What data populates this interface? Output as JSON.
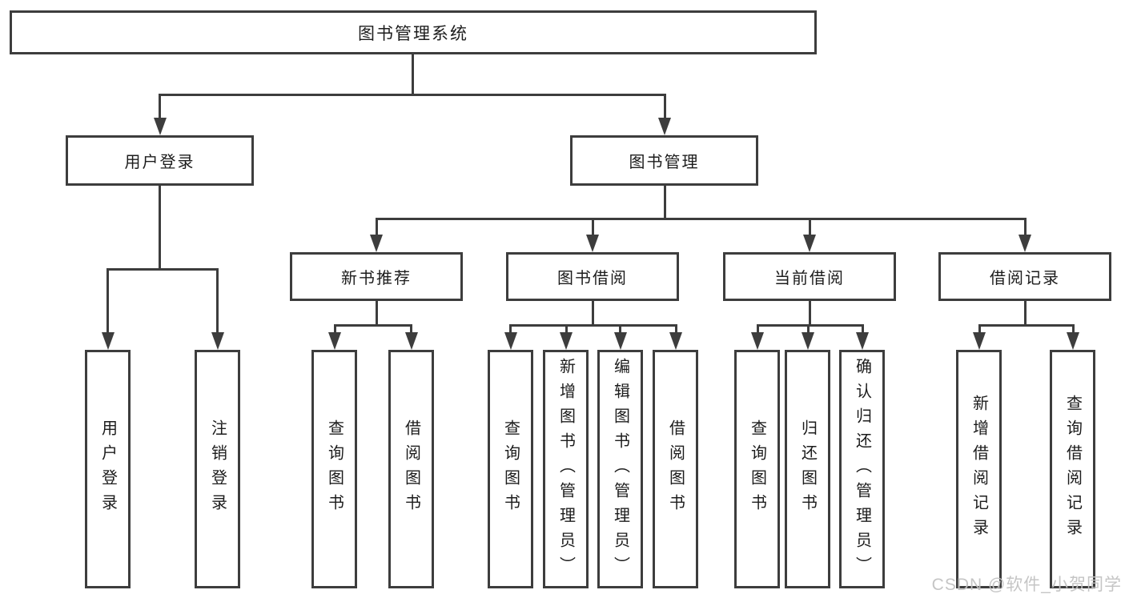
{
  "colors": {
    "line": "#3d3d3d",
    "text": "#1c1c1c",
    "background": "#ffffff",
    "watermark": "#c2c2c2"
  },
  "watermark": "CSDN @软件_小贺同学",
  "tree": {
    "label": "图书管理系统",
    "children": [
      {
        "label": "用户登录",
        "children": [
          {
            "label": "用户登录"
          },
          {
            "label": "注销登录"
          }
        ]
      },
      {
        "label": "图书管理",
        "children": [
          {
            "label": "新书推荐",
            "children": [
              {
                "label": "查询图书"
              },
              {
                "label": "借阅图书"
              }
            ]
          },
          {
            "label": "图书借阅",
            "children": [
              {
                "label": "查询图书"
              },
              {
                "label": "新增图书（管理员）"
              },
              {
                "label": "编辑图书（管理员）"
              },
              {
                "label": "借阅图书"
              }
            ]
          },
          {
            "label": "当前借阅",
            "children": [
              {
                "label": "查询图书"
              },
              {
                "label": "归还图书"
              },
              {
                "label": "确认归还（管理员）"
              }
            ]
          },
          {
            "label": "借阅记录",
            "children": [
              {
                "label": "新增借阅记录"
              },
              {
                "label": "查询借阅记录"
              }
            ]
          }
        ]
      }
    ]
  }
}
